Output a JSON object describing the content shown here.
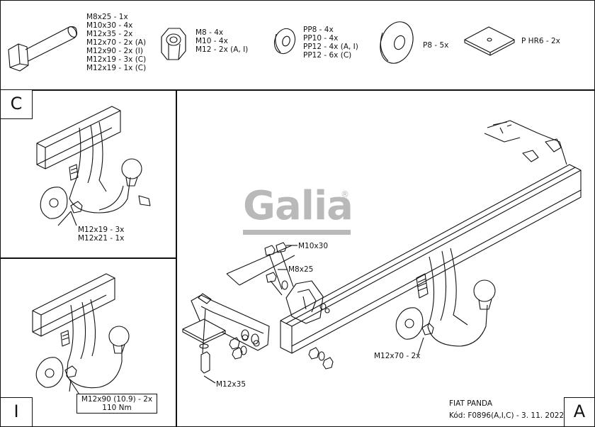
{
  "parts": {
    "bolt": {
      "icon": "bolt-icon",
      "lines": [
        "M8x25 - 1x",
        "M10x30 - 4x",
        "M12x35 - 2x",
        "M12x70 - 2x (A)",
        "M12x90 - 2x (I)",
        "M12x19 - 3x (C)",
        "M12x19 - 1x (C)"
      ]
    },
    "nut": {
      "icon": "nut-icon",
      "lines": [
        "M8 - 4x",
        "M10 - 4x",
        "M12 - 2x (A, I)"
      ]
    },
    "washer": {
      "icon": "washer-icon",
      "lines": [
        "PP8 - 4x",
        "PP10 - 4x",
        "PP12 - 4x (A, I)",
        "PP12 - 6x (C)"
      ]
    },
    "large_washer": {
      "icon": "large-washer-icon",
      "label": "P8 - 5x"
    },
    "plate": {
      "icon": "square-plate-icon",
      "label": "P HR6 - 2x"
    }
  },
  "variant_c": {
    "letter": "C",
    "callout_1": "M12x19 - 3x",
    "callout_2": "M12x21 - 1x"
  },
  "variant_i": {
    "letter": "I",
    "callout_1": "M12x90 (10.9) - 2x",
    "callout_2": "110 Nm"
  },
  "main": {
    "letter": "A",
    "logo": "Galia",
    "logo_mark": "®",
    "callout_m10x30": "M10x30",
    "callout_m8x25": "M8x25",
    "callout_m12x70": "M12x70 - 2x",
    "callout_m12x35": "M12x35",
    "vehicle": "FIAT PANDA",
    "code": "Kód: F0896(A,I,C) - 3. 11. 2022"
  }
}
